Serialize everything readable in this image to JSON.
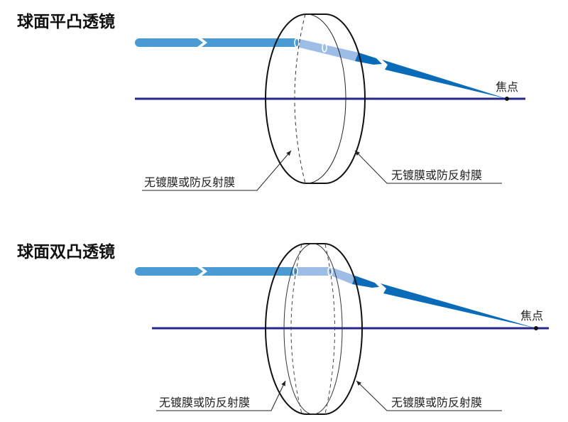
{
  "diagrams": [
    {
      "title": "球面平凸透镜",
      "focus_label": "焦点",
      "left_label": "无镀膜或防反射膜",
      "right_label": "无镀膜或防反射膜"
    },
    {
      "title": "球面双凸透镜",
      "focus_label": "焦点",
      "left_label": "无镀膜或防反射膜",
      "right_label": "无镀膜或防反射膜"
    }
  ],
  "colors": {
    "beam_in": "#4a9ad4",
    "beam_in_lens": "#9dbde6",
    "beam_out": "#0a6cb8",
    "axis": "#27268a"
  }
}
